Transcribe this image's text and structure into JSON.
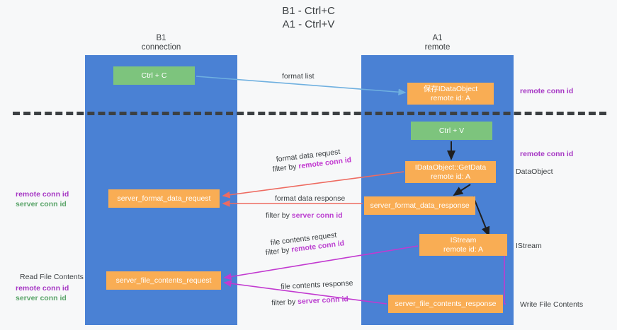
{
  "title": "B1 - Ctrl+C\nA1 - Ctrl+V",
  "columns": {
    "left": "B1\nconnection",
    "right": "A1\nremote"
  },
  "nodes": {
    "ctrl_c": "Ctrl + C",
    "ctrl_v": "Ctrl + V",
    "save_dataobject": "保存IDataObject\nremote id: A",
    "getdata": "IDataObject::GetData\nremote id: A",
    "istream": "IStream\nremote id: A",
    "format_data_request": "server_format_data_request",
    "format_data_response": "server_format_data_response",
    "file_contents_request": "server_file_contents_request",
    "file_contents_response": "server_file_contents_response"
  },
  "edge_labels": {
    "format_list": "format list",
    "format_data_request": "format data request",
    "format_data_request_filter_prefix": "filter by ",
    "format_data_request_filter_key": "remote conn id",
    "format_data_response": "format data response",
    "format_data_response_filter_prefix": "filter by ",
    "format_data_response_filter_key": "server conn id",
    "file_contents_request": "file contents request",
    "file_contents_request_filter_prefix": "filter by ",
    "file_contents_request_filter_key": "remote conn id",
    "file_contents_response": "file contents response",
    "file_contents_response_filter_prefix": "filter by ",
    "file_contents_response_filter_key": "server conn id"
  },
  "annotations": {
    "right_remote_conn_top": "remote conn id",
    "right_remote_conn_mid": "remote conn id",
    "right_dataobject": "DataObject",
    "right_istream": "IStream",
    "right_write_file_contents": "Write File Contents",
    "left_remote_conn": "remote conn id",
    "left_server_conn": "server conn id",
    "left_read_file_contents": "Read File Contents",
    "left_remote_conn_2": "remote conn id",
    "left_server_conn_2": "server conn id"
  },
  "colors": {
    "lane": "#4a81d4",
    "node_orange": "#f9ad54",
    "node_green": "#7dc47d",
    "accent_purple": "#a637c4",
    "accent_green": "#5aa469",
    "arrow_blue": "#6fb0e0",
    "arrow_red": "#ee6b61",
    "arrow_magenta": "#c23ad0",
    "arrow_black": "#1f1f1f",
    "background": "#f7f8f9",
    "divider": "#3c4043"
  }
}
